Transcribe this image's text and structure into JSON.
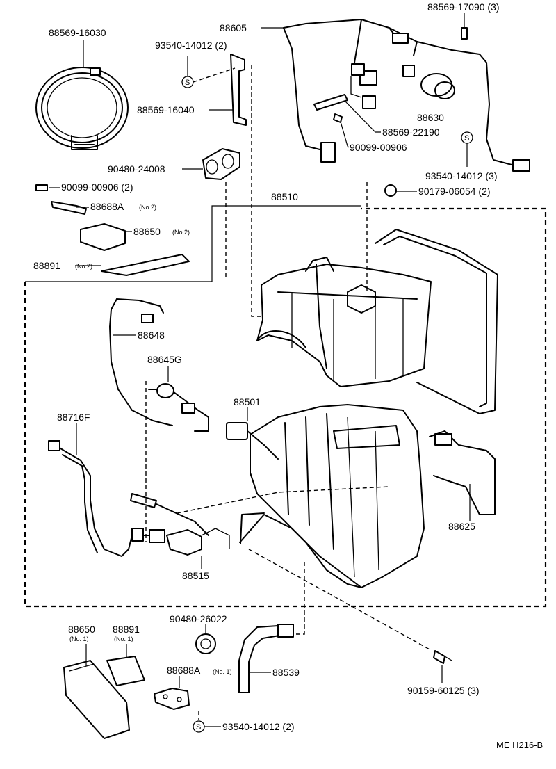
{
  "diagram": {
    "reference_code": "ME H216-B",
    "screw_symbol": "S",
    "labels": {
      "p88569_16030": "88569-16030",
      "p93540_14012_a": "93540-14012 (2)",
      "p88569_16040": "88569-16040",
      "p88605": "88605",
      "p88569_17090": "88569-17090 (3)",
      "p88630": "88630",
      "p88569_22190": "88569-22190",
      "p90099_00906_a": "90099-00906",
      "p93540_14012_b": "93540-14012 (3)",
      "p90179_06054": "90179-06054 (2)",
      "p90480_24008": "90480-24008",
      "p90099_00906_b": "90099-00906 (2)",
      "p88688A_no2": "88688A",
      "p88688A_no2_sub": "(No.2)",
      "p88650_no2": "88650",
      "p88650_no2_sub": "(No.2)",
      "p88891_no2": "88891",
      "p88891_no2_sub": "(No.2)",
      "p88510": "88510",
      "p88648": "88648",
      "p88645G": "88645G",
      "p88501": "88501",
      "p88716F": "88716F",
      "p88625": "88625",
      "p88515": "88515",
      "p88650_no1": "88650",
      "p88650_no1_sub": "(No. 1)",
      "p88891_no1": "88891",
      "p88891_no1_sub": "(No. 1)",
      "p90480_26022": "90480-26022",
      "p88688A_no1": "88688A",
      "p88688A_no1_sub": "(No. 1)",
      "p88539": "88539",
      "p93540_14012_c": "93540-14012 (2)",
      "p90159_60125": "90159-60125 (3)"
    }
  }
}
